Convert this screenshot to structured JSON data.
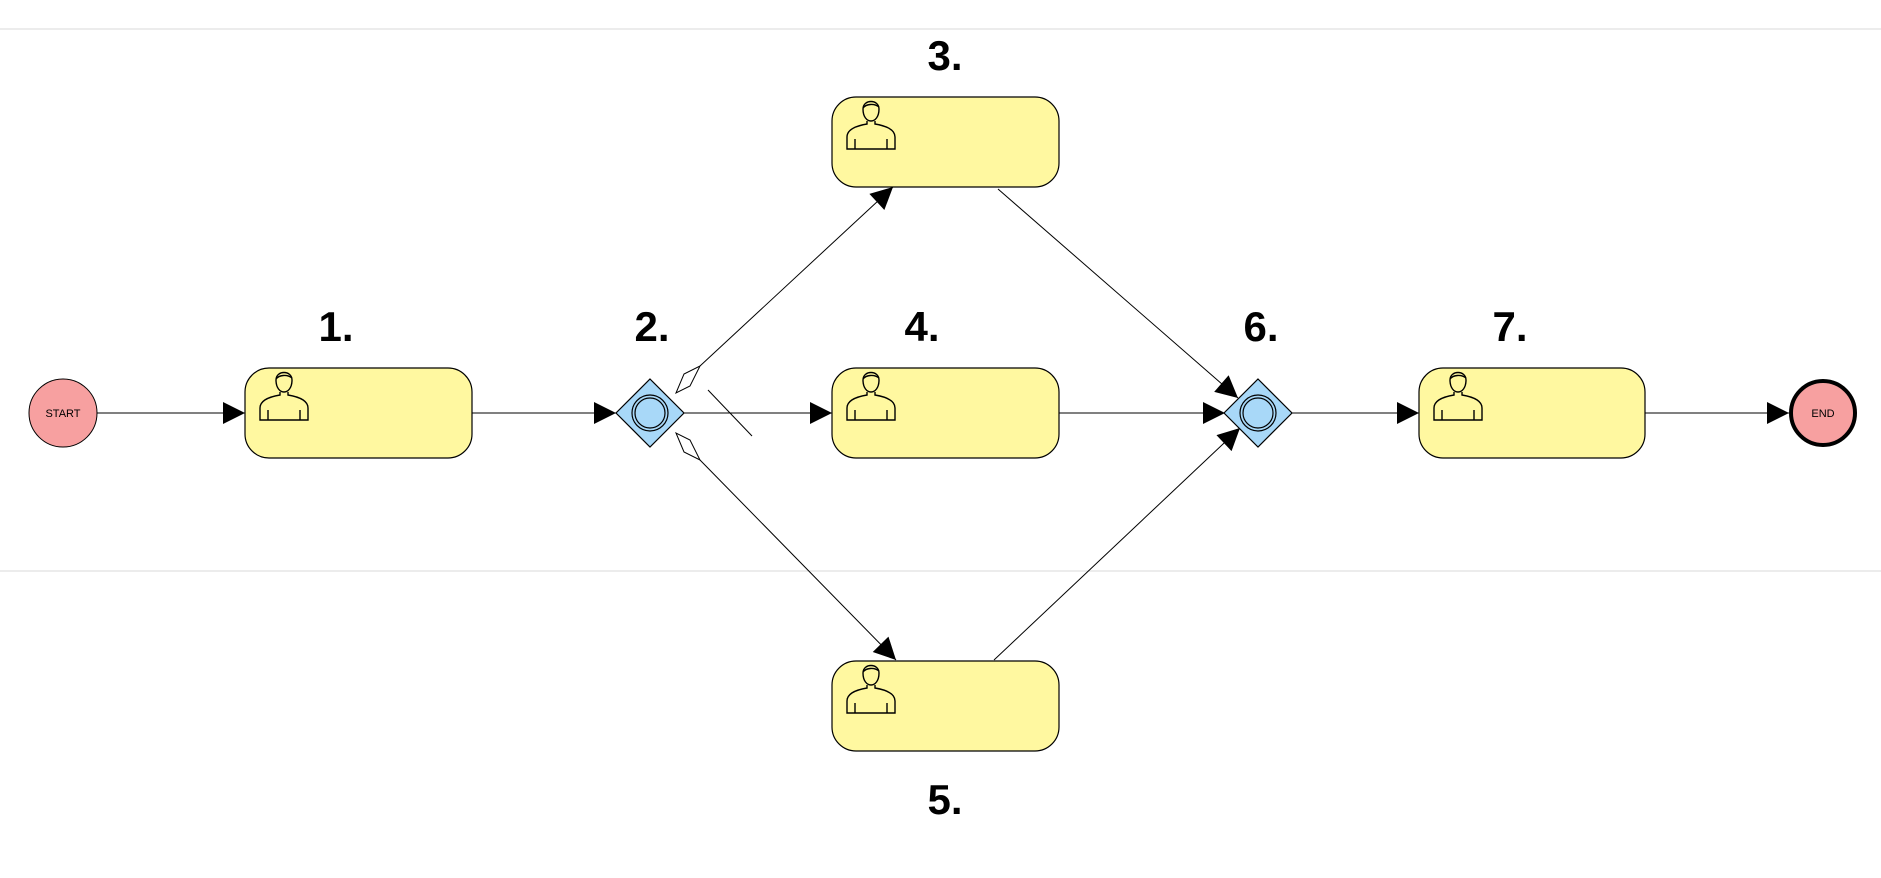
{
  "diagram": {
    "start_label": "START",
    "end_label": "END",
    "steps": [
      {
        "id": "1",
        "label": "1."
      },
      {
        "id": "2",
        "label": "2."
      },
      {
        "id": "3",
        "label": "3."
      },
      {
        "id": "4",
        "label": "4."
      },
      {
        "id": "5",
        "label": "5."
      },
      {
        "id": "6",
        "label": "6."
      },
      {
        "id": "7",
        "label": "7."
      }
    ],
    "colors": {
      "task_fill": "#fff8a0",
      "gateway_fill": "#a8d8f8",
      "event_fill": "#f7a0a0"
    },
    "icons": {
      "task": "user-icon",
      "gateway": "circle-gateway-icon"
    }
  }
}
